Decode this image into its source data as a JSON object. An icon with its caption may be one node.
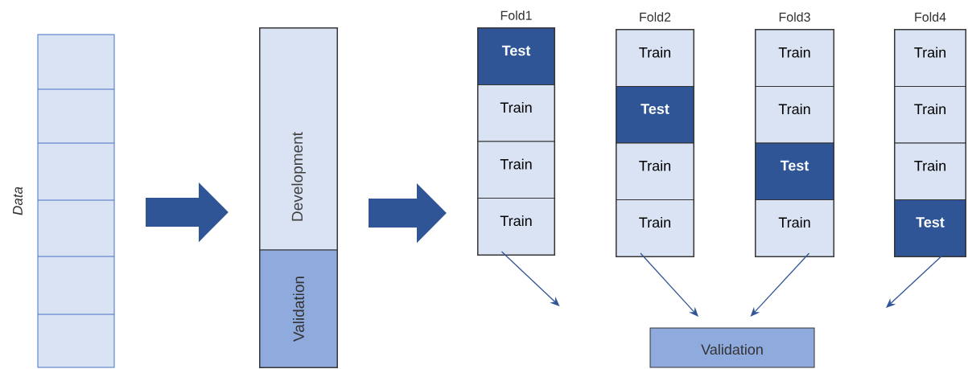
{
  "diagram": {
    "nodes": [
      {
        "text": [
          "Data"
        ]
      },
      {
        "text": [],
        "shape": "bar"
      },
      {
        "text": [
          "Development"
        ],
        "in": 1
      },
      {
        "text": [
          "Validation"
        ],
        "in": 1
      },
      {
        "text": [
          "Fold1"
        ]
      },
      {
        "text": [
          "Test"
        ],
        "in": 4
      },
      {
        "text": [
          "Train"
        ],
        "in": 4
      },
      {
        "text": [
          "Train"
        ],
        "in": 4
      },
      {
        "text": [
          "Train"
        ],
        "in": 4
      },
      {
        "text": [
          "Fold2"
        ]
      },
      {
        "text": [
          "Train"
        ],
        "in": 9
      },
      {
        "text": [
          "Test"
        ],
        "in": 9
      },
      {
        "text": [
          "Train"
        ],
        "in": 9
      },
      {
        "text": [
          "Train"
        ],
        "in": 9
      },
      {
        "text": [
          "Fold3"
        ]
      },
      {
        "text": [
          "Train"
        ],
        "in": 14
      },
      {
        "text": [
          "Train"
        ],
        "in": 14
      },
      {
        "text": [
          "Test"
        ],
        "in": 14
      },
      {
        "text": [
          "Train"
        ],
        "in": 14
      },
      {
        "text": [
          "Fold4"
        ]
      },
      {
        "text": [
          "Train"
        ],
        "in": 19
      },
      {
        "text": [
          "Train"
        ],
        "in": 19
      },
      {
        "text": [
          "Train"
        ],
        "in": 19
      },
      {
        "text": [
          "Test"
        ],
        "in": 19
      },
      {
        "text": [
          "Validation"
        ]
      }
    ],
    "edges": [
      {
        "from": 0,
        "to": 1,
        "arrow": "to",
        "style": "thick"
      },
      {
        "from": 1,
        "to": 4,
        "arrow": "to",
        "style": "thick"
      },
      {
        "from": 4,
        "to": null,
        "arrow": "to"
      },
      {
        "from": 9,
        "to": 24,
        "arrow": "to"
      },
      {
        "from": 14,
        "to": 24,
        "arrow": "to"
      },
      {
        "from": 19,
        "to": null,
        "arrow": "to"
      }
    ]
  }
}
